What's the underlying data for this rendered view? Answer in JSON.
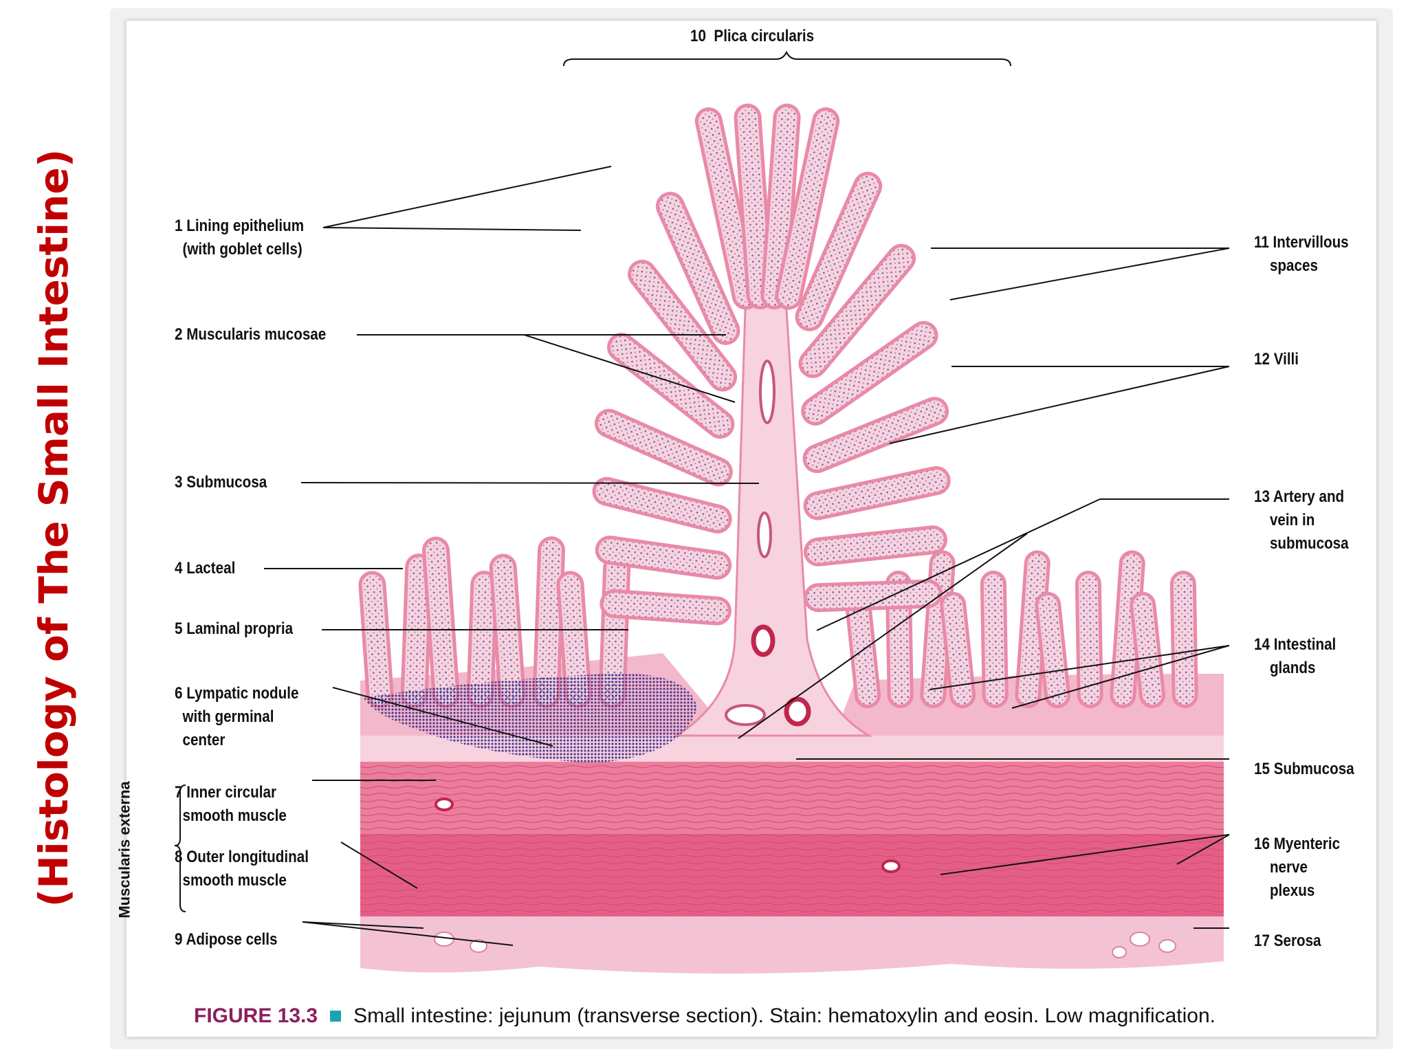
{
  "side_title": "(Histology of The Small Intestine)",
  "top_label": "10  Plica circularis",
  "muscularis_externa_label": "Muscularis externa",
  "labels": {
    "l1": "1 Lining epithelium\n  (with goblet cells)",
    "l2": "2 Muscularis mucosae",
    "l3": "3 Submucosa",
    "l4": "4 Lacteal",
    "l5": "5 Laminal propria",
    "l6": "6 Lympatic nodule\n  with germinal\n  center",
    "l7": "7 Inner circular\n  smooth muscle",
    "l8": "8 Outer longitudinal\n  smooth muscle",
    "l9": "9 Adipose cells",
    "l11": "11 Intervillous\n    spaces",
    "l12": "12 Villi",
    "l13": "13 Artery and\n    vein in\n    submucosa",
    "l14": "14 Intestinal\n    glands",
    "l15": "15 Submucosa",
    "l16": "16 Myenteric\n    nerve\n    plexus",
    "l17": "17 Serosa"
  },
  "caption": {
    "figure_label": "FIGURE 13.3",
    "text": "Small intestine: jejunum (transverse section). Stain: hematoxylin and eosin. Low magnification."
  },
  "colors": {
    "title_red": "#c00000",
    "caption_label": "#8a1f5e",
    "caption_square": "#1aa3b5",
    "tissue_pink": "#e98aa8",
    "tissue_light": "#f6d3de",
    "nuclei_purple": "#3b2a8a",
    "muscle_pink": "#e45e86"
  }
}
